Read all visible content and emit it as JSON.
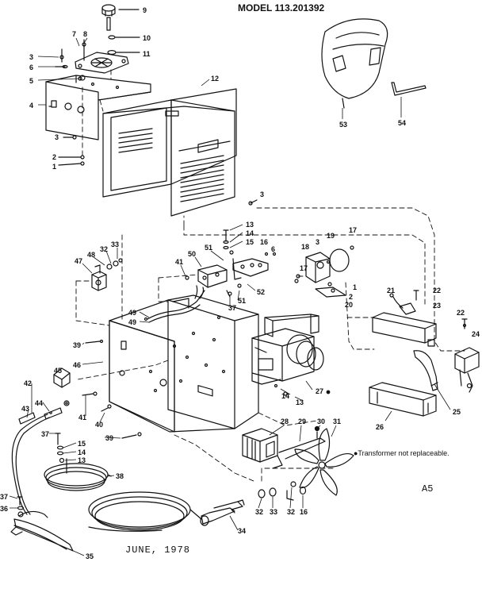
{
  "header": {
    "model": "MODEL 113.201392"
  },
  "footer": {
    "date": "JUNE, 1978",
    "page_code": "A5"
  },
  "notes": {
    "transformer": "●Transformer not replaceable."
  },
  "callouts": [
    {
      "id": "c9",
      "text": "9"
    },
    {
      "id": "c10",
      "text": "10"
    },
    {
      "id": "c11",
      "text": "11"
    },
    {
      "id": "c7",
      "text": "7"
    },
    {
      "id": "c8",
      "text": "8"
    },
    {
      "id": "c3a",
      "text": "3"
    },
    {
      "id": "c6",
      "text": "6"
    },
    {
      "id": "c5",
      "text": "5"
    },
    {
      "id": "c4",
      "text": "4"
    },
    {
      "id": "c12",
      "text": "12"
    },
    {
      "id": "c3b",
      "text": "3"
    },
    {
      "id": "c2a",
      "text": "2"
    },
    {
      "id": "c1a",
      "text": "1"
    },
    {
      "id": "c53",
      "text": "53"
    },
    {
      "id": "c54",
      "text": "54"
    },
    {
      "id": "c3c",
      "text": "3"
    },
    {
      "id": "c13a",
      "text": "13"
    },
    {
      "id": "c14a",
      "text": "14"
    },
    {
      "id": "c15a",
      "text": "15"
    },
    {
      "id": "c16a",
      "text": "16"
    },
    {
      "id": "c6b",
      "text": "6"
    },
    {
      "id": "c18",
      "text": "18"
    },
    {
      "id": "c3d",
      "text": "3"
    },
    {
      "id": "c19",
      "text": "19"
    },
    {
      "id": "c17a",
      "text": "17"
    },
    {
      "id": "c17b",
      "text": "17"
    },
    {
      "id": "c1b",
      "text": "1"
    },
    {
      "id": "c2b",
      "text": "2"
    },
    {
      "id": "c20",
      "text": "20"
    },
    {
      "id": "c21",
      "text": "21"
    },
    {
      "id": "c22a",
      "text": "22"
    },
    {
      "id": "c23",
      "text": "23"
    },
    {
      "id": "c22b",
      "text": "22"
    },
    {
      "id": "c24",
      "text": "24"
    },
    {
      "id": "c47",
      "text": "47"
    },
    {
      "id": "c48",
      "text": "48"
    },
    {
      "id": "c32a",
      "text": "32"
    },
    {
      "id": "c33a",
      "text": "33"
    },
    {
      "id": "c41a",
      "text": "41"
    },
    {
      "id": "c50",
      "text": "50"
    },
    {
      "id": "c51a",
      "text": "51"
    },
    {
      "id": "c52",
      "text": "52"
    },
    {
      "id": "c51b",
      "text": "51"
    },
    {
      "id": "c37a",
      "text": "37"
    },
    {
      "id": "c49a",
      "text": "49"
    },
    {
      "id": "c49b",
      "text": "49"
    },
    {
      "id": "c39a",
      "text": "39"
    },
    {
      "id": "c46",
      "text": "46"
    },
    {
      "id": "c45",
      "text": "45"
    },
    {
      "id": "c27",
      "text": "27"
    },
    {
      "id": "c14b",
      "text": "14"
    },
    {
      "id": "c13b",
      "text": "13"
    },
    {
      "id": "c25",
      "text": "25"
    },
    {
      "id": "c26",
      "text": "26"
    },
    {
      "id": "c42",
      "text": "42"
    },
    {
      "id": "c44",
      "text": "44"
    },
    {
      "id": "c43",
      "text": "43"
    },
    {
      "id": "c41b",
      "text": "41"
    },
    {
      "id": "c40",
      "text": "40"
    },
    {
      "id": "c37b",
      "text": "37"
    },
    {
      "id": "c15b",
      "text": "15"
    },
    {
      "id": "c14c",
      "text": "14"
    },
    {
      "id": "c13c",
      "text": "13"
    },
    {
      "id": "c39b",
      "text": "39"
    },
    {
      "id": "c38",
      "text": "38"
    },
    {
      "id": "c28",
      "text": "28"
    },
    {
      "id": "c29",
      "text": "29"
    },
    {
      "id": "c30",
      "text": "30"
    },
    {
      "id": "c31",
      "text": "31"
    },
    {
      "id": "c32b",
      "text": "32"
    },
    {
      "id": "c33b",
      "text": "33"
    },
    {
      "id": "c32c",
      "text": "32"
    },
    {
      "id": "c16b",
      "text": "16"
    },
    {
      "id": "c37c",
      "text": "37"
    },
    {
      "id": "c36",
      "text": "36"
    },
    {
      "id": "c34",
      "text": "34"
    },
    {
      "id": "c35",
      "text": "35"
    }
  ]
}
